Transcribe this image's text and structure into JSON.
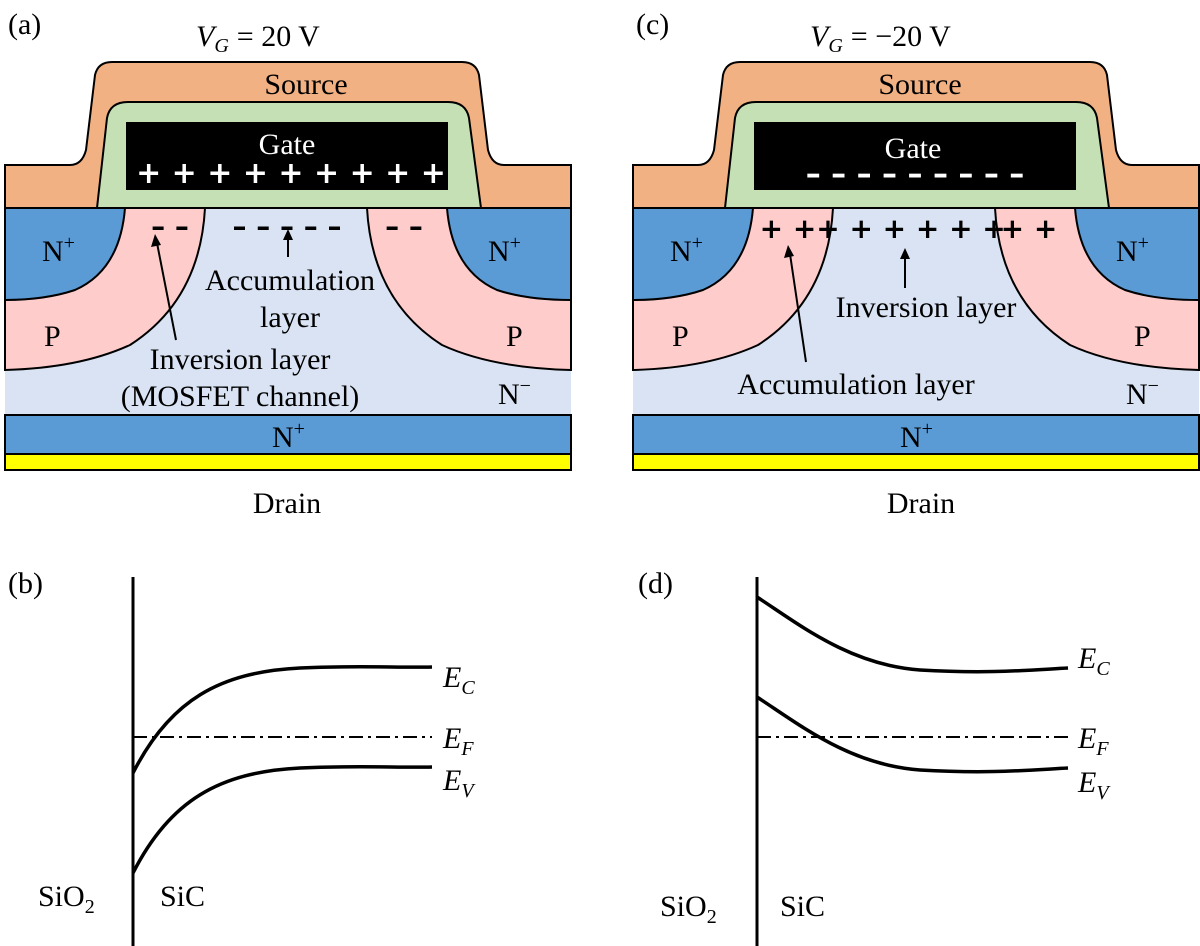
{
  "panels": [
    {
      "tag": "(a)",
      "vg_symbol": "V",
      "vg_sub": "G",
      "vg_value": "= 20 V",
      "source": "Source",
      "gate": "Gate",
      "gate_charge": "+ + + + + + + + +",
      "surface_charge_left": "– –",
      "surface_charge_mid": "– – – – –",
      "surface_charge_right": "– –",
      "nplus_left": "N",
      "nplus_right": "N",
      "nplus_sup": "+",
      "p_left": "P",
      "p_right": "P",
      "nminus": "N",
      "nminus_sup": "−",
      "substrate": "N",
      "substrate_sup": "+",
      "drain": "Drain",
      "annot_1_line1": "Accumulation",
      "annot_1_line2": "layer",
      "annot_2_line1": "Inversion layer",
      "annot_2_line2": "(MOSFET channel)"
    },
    {
      "tag": "(c)",
      "vg_symbol": "V",
      "vg_sub": "G",
      "vg_value": "= −20 V",
      "source": "Source",
      "gate": "Gate",
      "gate_charge": "– – – – – – – – –",
      "surface_charge_left": "+ +",
      "surface_charge_mid": "+ + + + + +",
      "surface_charge_right": "+ +",
      "nplus_left": "N",
      "nplus_right": "N",
      "nplus_sup": "+",
      "p_left": "P",
      "p_right": "P",
      "nminus": "N",
      "nminus_sup": "−",
      "substrate": "N",
      "substrate_sup": "+",
      "drain": "Drain",
      "annot_1_line1": "Inversion layer",
      "annot_2_line1": "Accumulation layer"
    }
  ],
  "bands": [
    {
      "tag": "(b)",
      "ec": "E",
      "ec_sub": "C",
      "ef": "E",
      "ef_sub": "F",
      "ev": "E",
      "ev_sub": "V",
      "oxide": "SiO",
      "oxide_sub": "2",
      "semi": "SiC"
    },
    {
      "tag": "(d)",
      "ec": "E",
      "ec_sub": "C",
      "ef": "E",
      "ef_sub": "F",
      "ev": "E",
      "ev_sub": "V",
      "oxide": "SiO",
      "oxide_sub": "2",
      "semi": "SiC"
    }
  ],
  "colors": {
    "source": "#f2b183",
    "oxide": "#c5e0b4",
    "gate": "#000000",
    "nplus": "#5b9bd5",
    "p": "#ffcccc",
    "nminus": "#d9e3f3",
    "drain_metal": "#ffff00"
  }
}
